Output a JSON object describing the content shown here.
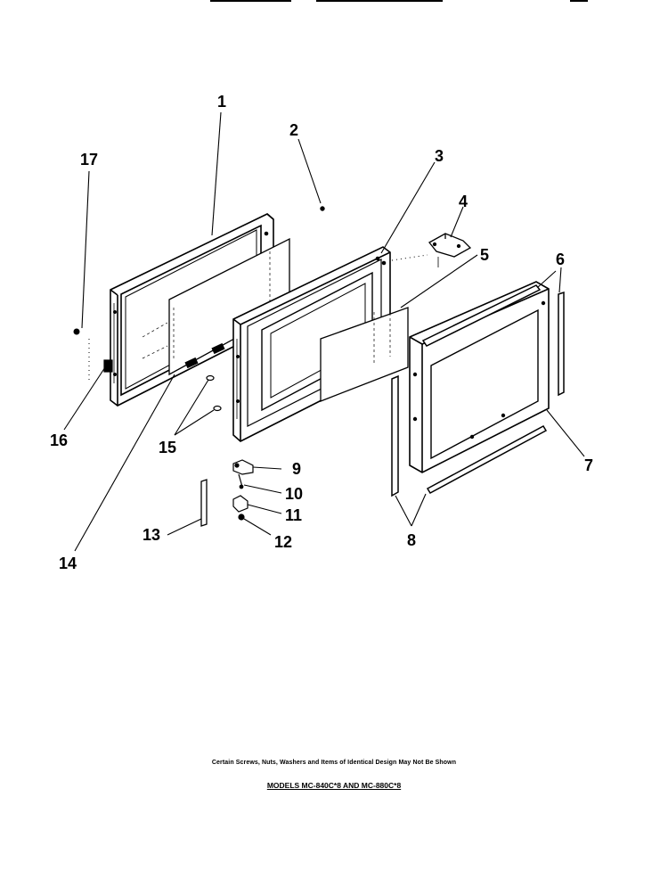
{
  "callouts": {
    "c1": "1",
    "c2": "2",
    "c3": "3",
    "c4": "4",
    "c5": "5",
    "c6": "6",
    "c7": "7",
    "c8": "8",
    "c9": "9",
    "c10": "10",
    "c11": "11",
    "c12": "12",
    "c13": "13",
    "c14": "14",
    "c15": "15",
    "c16": "16",
    "c17": "17"
  },
  "footer": {
    "note": "Certain Screws, Nuts, Washers and Items of Identical Design May Not Be Shown",
    "models": "MODELS MC-840C*8 AND MC-880C*8"
  }
}
